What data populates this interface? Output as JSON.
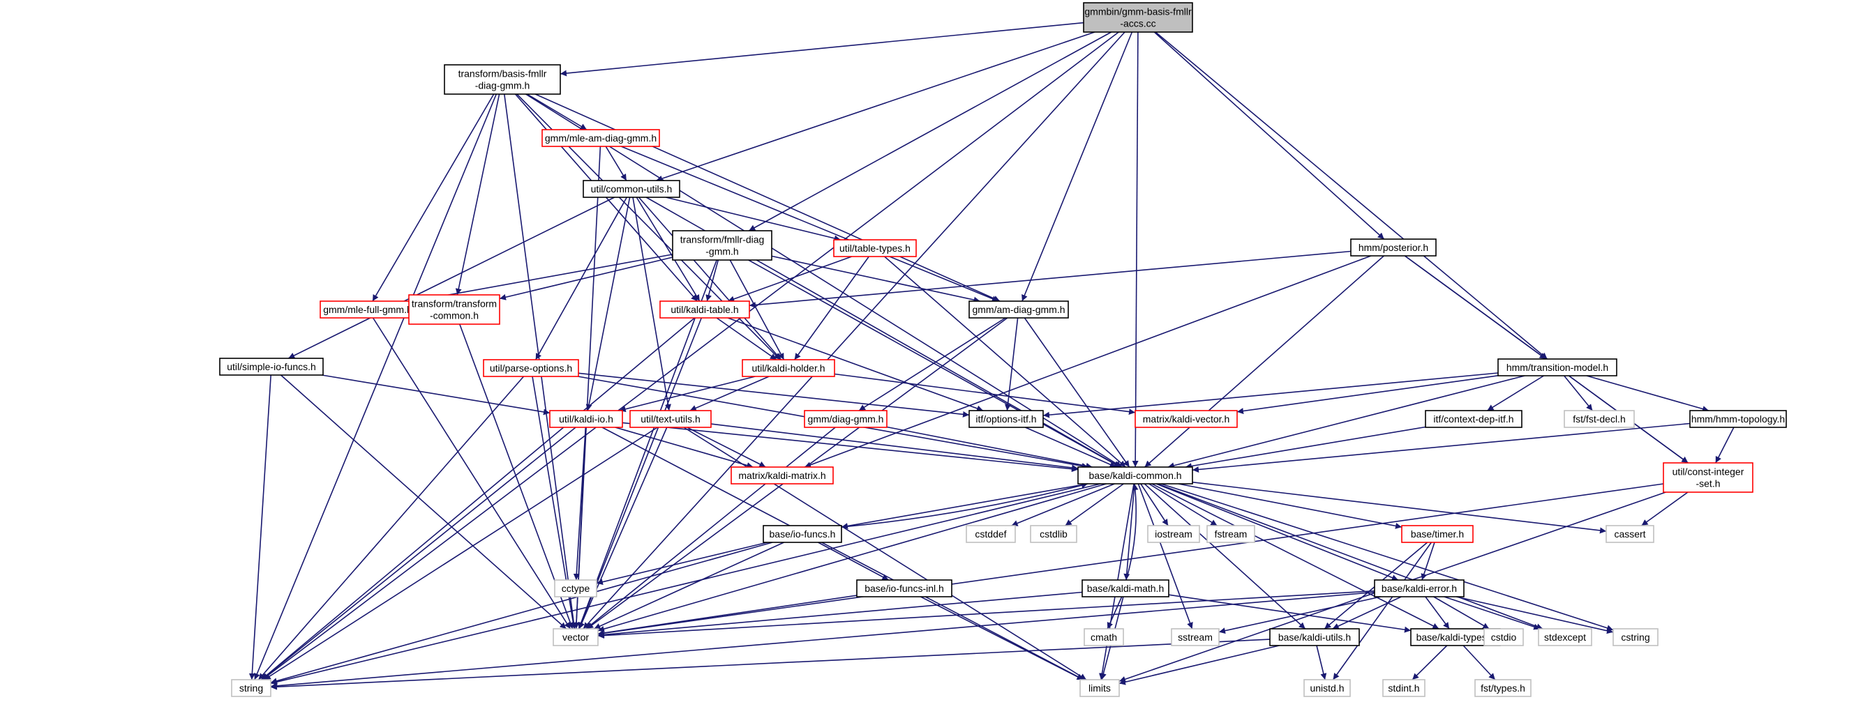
{
  "colors": {
    "edge": "#191970",
    "root_fill": "#bfbfbf",
    "black_border": "#000000",
    "red_border": "#ff0000",
    "gray_border": "#bfbfbf"
  },
  "nodes": [
    {
      "id": "gmmbin",
      "lines": [
        "gmmbin/gmm-basis-fmllr",
        "-accs.cc"
      ],
      "style": "root"
    },
    {
      "id": "basis",
      "lines": [
        "transform/basis-fmllr",
        "-diag-gmm.h"
      ],
      "style": "black"
    },
    {
      "id": "mleam",
      "lines": [
        "gmm/mle-am-diag-gmm.h"
      ],
      "style": "red"
    },
    {
      "id": "commonutils",
      "lines": [
        "util/common-utils.h"
      ],
      "style": "black"
    },
    {
      "id": "fmllr",
      "lines": [
        "transform/fmllr-diag",
        "-gmm.h"
      ],
      "style": "black"
    },
    {
      "id": "tabletypes",
      "lines": [
        "util/table-types.h"
      ],
      "style": "red"
    },
    {
      "id": "posterior",
      "lines": [
        "hmm/posterior.h"
      ],
      "style": "black"
    },
    {
      "id": "mlefull",
      "lines": [
        "gmm/mle-full-gmm.h"
      ],
      "style": "red"
    },
    {
      "id": "transcommon",
      "lines": [
        "transform/transform",
        "-common.h"
      ],
      "style": "red"
    },
    {
      "id": "kalditable",
      "lines": [
        "util/kaldi-table.h"
      ],
      "style": "red"
    },
    {
      "id": "amdiag",
      "lines": [
        "gmm/am-diag-gmm.h"
      ],
      "style": "black"
    },
    {
      "id": "simpleio",
      "lines": [
        "util/simple-io-funcs.h"
      ],
      "style": "black"
    },
    {
      "id": "parseopts",
      "lines": [
        "util/parse-options.h"
      ],
      "style": "red"
    },
    {
      "id": "kaldiholder",
      "lines": [
        "util/kaldi-holder.h"
      ],
      "style": "red"
    },
    {
      "id": "transmodel",
      "lines": [
        "hmm/transition-model.h"
      ],
      "style": "black"
    },
    {
      "id": "kaldiio",
      "lines": [
        "util/kaldi-io.h"
      ],
      "style": "red"
    },
    {
      "id": "textutils",
      "lines": [
        "util/text-utils.h"
      ],
      "style": "red"
    },
    {
      "id": "diaggmm",
      "lines": [
        "gmm/diag-gmm.h"
      ],
      "style": "red"
    },
    {
      "id": "optionsitf",
      "lines": [
        "itf/options-itf.h"
      ],
      "style": "black"
    },
    {
      "id": "kaldivector",
      "lines": [
        "matrix/kaldi-vector.h"
      ],
      "style": "red"
    },
    {
      "id": "contextdep",
      "lines": [
        "itf/context-dep-itf.h"
      ],
      "style": "black"
    },
    {
      "id": "fstdecl",
      "lines": [
        "fst/fst-decl.h"
      ],
      "style": "gray"
    },
    {
      "id": "hmmtopo",
      "lines": [
        "hmm/hmm-topology.h"
      ],
      "style": "black"
    },
    {
      "id": "kaldimatrix",
      "lines": [
        "matrix/kaldi-matrix.h"
      ],
      "style": "red"
    },
    {
      "id": "kaldicommon",
      "lines": [
        "base/kaldi-common.h"
      ],
      "style": "black"
    },
    {
      "id": "constint",
      "lines": [
        "util/const-integer",
        "-set.h"
      ],
      "style": "red"
    },
    {
      "id": "iofuncs",
      "lines": [
        "base/io-funcs.h"
      ],
      "style": "black"
    },
    {
      "id": "cstddef",
      "lines": [
        "cstddef"
      ],
      "style": "gray"
    },
    {
      "id": "cstdlib",
      "lines": [
        "cstdlib"
      ],
      "style": "gray"
    },
    {
      "id": "iostream",
      "lines": [
        "iostream"
      ],
      "style": "gray"
    },
    {
      "id": "fstream",
      "lines": [
        "fstream"
      ],
      "style": "gray"
    },
    {
      "id": "timer",
      "lines": [
        "base/timer.h"
      ],
      "style": "red"
    },
    {
      "id": "cassert",
      "lines": [
        "cassert"
      ],
      "style": "gray"
    },
    {
      "id": "cctype",
      "lines": [
        "cctype"
      ],
      "style": "gray"
    },
    {
      "id": "iofuncsinl",
      "lines": [
        "base/io-funcs-inl.h"
      ],
      "style": "black"
    },
    {
      "id": "kaldimath",
      "lines": [
        "base/kaldi-math.h"
      ],
      "style": "black"
    },
    {
      "id": "kaldierror",
      "lines": [
        "base/kaldi-error.h"
      ],
      "style": "black"
    },
    {
      "id": "vector",
      "lines": [
        "vector"
      ],
      "style": "gray"
    },
    {
      "id": "cmath",
      "lines": [
        "cmath"
      ],
      "style": "gray"
    },
    {
      "id": "sstream",
      "lines": [
        "sstream"
      ],
      "style": "gray"
    },
    {
      "id": "kaldiutils",
      "lines": [
        "base/kaldi-utils.h"
      ],
      "style": "black"
    },
    {
      "id": "kalditypes",
      "lines": [
        "base/kaldi-types.h"
      ],
      "style": "black"
    },
    {
      "id": "cstdio",
      "lines": [
        "cstdio"
      ],
      "style": "gray"
    },
    {
      "id": "stdexcept",
      "lines": [
        "stdexcept"
      ],
      "style": "gray"
    },
    {
      "id": "cstring",
      "lines": [
        "cstring"
      ],
      "style": "gray"
    },
    {
      "id": "string",
      "lines": [
        "string"
      ],
      "style": "gray"
    },
    {
      "id": "limits",
      "lines": [
        "limits"
      ],
      "style": "gray"
    },
    {
      "id": "unistd",
      "lines": [
        "unistd.h"
      ],
      "style": "gray"
    },
    {
      "id": "stdint",
      "lines": [
        "stdint.h"
      ],
      "style": "gray"
    },
    {
      "id": "fsttypes",
      "lines": [
        "fst/types.h"
      ],
      "style": "gray"
    }
  ],
  "edges": [
    [
      "gmmbin",
      "basis"
    ],
    [
      "gmmbin",
      "commonutils"
    ],
    [
      "gmmbin",
      "fmllr"
    ],
    [
      "gmmbin",
      "amdiag"
    ],
    [
      "gmmbin",
      "posterior"
    ],
    [
      "gmmbin",
      "transmodel"
    ],
    [
      "gmmbin",
      "kaldicommon"
    ],
    [
      "gmmbin",
      "vector"
    ],
    [
      "gmmbin",
      "string"
    ],
    [
      "basis",
      "mleam"
    ],
    [
      "basis",
      "mlefull"
    ],
    [
      "basis",
      "transcommon"
    ],
    [
      "basis",
      "kalditable"
    ],
    [
      "basis",
      "kaldiholder"
    ],
    [
      "basis",
      "amdiag"
    ],
    [
      "basis",
      "kaldicommon"
    ],
    [
      "basis",
      "vector"
    ],
    [
      "basis",
      "string"
    ],
    [
      "mleam",
      "commonutils"
    ],
    [
      "mleam",
      "amdiag"
    ],
    [
      "mleam",
      "vector"
    ],
    [
      "commonutils",
      "simpleio"
    ],
    [
      "commonutils",
      "parseopts"
    ],
    [
      "commonutils",
      "kaldiio"
    ],
    [
      "commonutils",
      "kalditable"
    ],
    [
      "commonutils",
      "kaldiholder"
    ],
    [
      "commonutils",
      "textutils"
    ],
    [
      "commonutils",
      "tabletypes"
    ],
    [
      "commonutils",
      "kaldicommon"
    ],
    [
      "fmllr",
      "mlefull"
    ],
    [
      "fmllr",
      "transcommon"
    ],
    [
      "fmllr",
      "kalditable"
    ],
    [
      "fmllr",
      "kaldiholder"
    ],
    [
      "fmllr",
      "amdiag"
    ],
    [
      "fmllr",
      "kaldicommon"
    ],
    [
      "fmllr",
      "vector"
    ],
    [
      "tabletypes",
      "kalditable"
    ],
    [
      "tabletypes",
      "kaldiholder"
    ],
    [
      "tabletypes",
      "kaldicommon"
    ],
    [
      "posterior",
      "kalditable"
    ],
    [
      "posterior",
      "transmodel"
    ],
    [
      "posterior",
      "kaldicommon"
    ],
    [
      "posterior",
      "kaldimatrix"
    ],
    [
      "posterior",
      "constint"
    ],
    [
      "mlefull",
      "vector"
    ],
    [
      "transcommon",
      "vector"
    ],
    [
      "kalditable",
      "kaldiholder"
    ],
    [
      "kalditable",
      "optionsitf"
    ],
    [
      "kalditable",
      "vector"
    ],
    [
      "kalditable",
      "string"
    ],
    [
      "amdiag",
      "diaggmm"
    ],
    [
      "amdiag",
      "optionsitf"
    ],
    [
      "amdiag",
      "kaldicommon"
    ],
    [
      "amdiag",
      "vector"
    ],
    [
      "simpleio",
      "kaldiio"
    ],
    [
      "simpleio",
      "vector"
    ],
    [
      "simpleio",
      "string"
    ],
    [
      "parseopts",
      "optionsitf"
    ],
    [
      "parseopts",
      "kaldicommon"
    ],
    [
      "parseopts",
      "vector"
    ],
    [
      "parseopts",
      "string"
    ],
    [
      "kaldiholder",
      "kaldiio"
    ],
    [
      "kaldiholder",
      "textutils"
    ],
    [
      "kaldiholder",
      "kaldivector"
    ],
    [
      "transmodel",
      "optionsitf"
    ],
    [
      "transmodel",
      "kaldivector"
    ],
    [
      "transmodel",
      "contextdep"
    ],
    [
      "transmodel",
      "fstdecl"
    ],
    [
      "transmodel",
      "hmmtopo"
    ],
    [
      "transmodel",
      "constint"
    ],
    [
      "transmodel",
      "kaldicommon"
    ],
    [
      "kaldiio",
      "kaldimatrix"
    ],
    [
      "kaldiio",
      "kaldicommon"
    ],
    [
      "kaldiio",
      "cctype"
    ],
    [
      "kaldiio",
      "limits"
    ],
    [
      "kaldiio",
      "vector"
    ],
    [
      "kaldiio",
      "string"
    ],
    [
      "textutils",
      "kaldimatrix"
    ],
    [
      "textutils",
      "kaldicommon"
    ],
    [
      "textutils",
      "limits"
    ],
    [
      "textutils",
      "vector"
    ],
    [
      "textutils",
      "string"
    ],
    [
      "diaggmm",
      "kaldicommon"
    ],
    [
      "diaggmm",
      "vector"
    ],
    [
      "optionsitf",
      "kaldicommon"
    ],
    [
      "contextdep",
      "kaldicommon"
    ],
    [
      "hmmtopo",
      "kaldicommon"
    ],
    [
      "hmmtopo",
      "constint"
    ],
    [
      "constint",
      "cassert"
    ],
    [
      "constint",
      "vector"
    ],
    [
      "constint",
      "limits"
    ],
    [
      "kaldicommon",
      "iofuncs"
    ],
    [
      "kaldicommon",
      "cstddef"
    ],
    [
      "kaldicommon",
      "cstdlib"
    ],
    [
      "kaldicommon",
      "iostream"
    ],
    [
      "kaldicommon",
      "fstream"
    ],
    [
      "kaldicommon",
      "kaldimath"
    ],
    [
      "kaldicommon",
      "timer"
    ],
    [
      "kaldicommon",
      "cassert"
    ],
    [
      "kaldicommon",
      "kaldierror"
    ],
    [
      "kaldicommon",
      "kaldiutils"
    ],
    [
      "kaldicommon",
      "kalditypes"
    ],
    [
      "kaldicommon",
      "sstream"
    ],
    [
      "kaldicommon",
      "stdexcept"
    ],
    [
      "kaldicommon",
      "cstring"
    ],
    [
      "kaldicommon",
      "vector"
    ],
    [
      "kaldicommon",
      "string"
    ],
    [
      "kaldicommon",
      "limits"
    ],
    [
      "iofuncs",
      "kaldicommon"
    ],
    [
      "iofuncs",
      "cctype"
    ],
    [
      "iofuncs",
      "iofuncsinl"
    ],
    [
      "iofuncs",
      "vector"
    ],
    [
      "iofuncs",
      "string"
    ],
    [
      "iofuncsinl",
      "vector"
    ],
    [
      "iofuncsinl",
      "limits"
    ],
    [
      "kaldimath",
      "kaldicommon"
    ],
    [
      "kaldimath",
      "cmath"
    ],
    [
      "kaldimath",
      "limits"
    ],
    [
      "kaldimath",
      "vector"
    ],
    [
      "kaldimath",
      "kalditypes"
    ],
    [
      "timer",
      "kaldierror"
    ],
    [
      "timer",
      "kaldiutils"
    ],
    [
      "timer",
      "unistd"
    ],
    [
      "kaldierror",
      "vector"
    ],
    [
      "kaldierror",
      "sstream"
    ],
    [
      "kaldierror",
      "kaldiutils"
    ],
    [
      "kaldierror",
      "kalditypes"
    ],
    [
      "kaldierror",
      "cstdio"
    ],
    [
      "kaldierror",
      "stdexcept"
    ],
    [
      "kaldierror",
      "cstring"
    ],
    [
      "kaldierror",
      "string"
    ],
    [
      "kaldiutils",
      "string"
    ],
    [
      "kaldiutils",
      "limits"
    ],
    [
      "kaldiutils",
      "unistd"
    ],
    [
      "kalditypes",
      "stdint"
    ],
    [
      "kalditypes",
      "fsttypes"
    ]
  ]
}
